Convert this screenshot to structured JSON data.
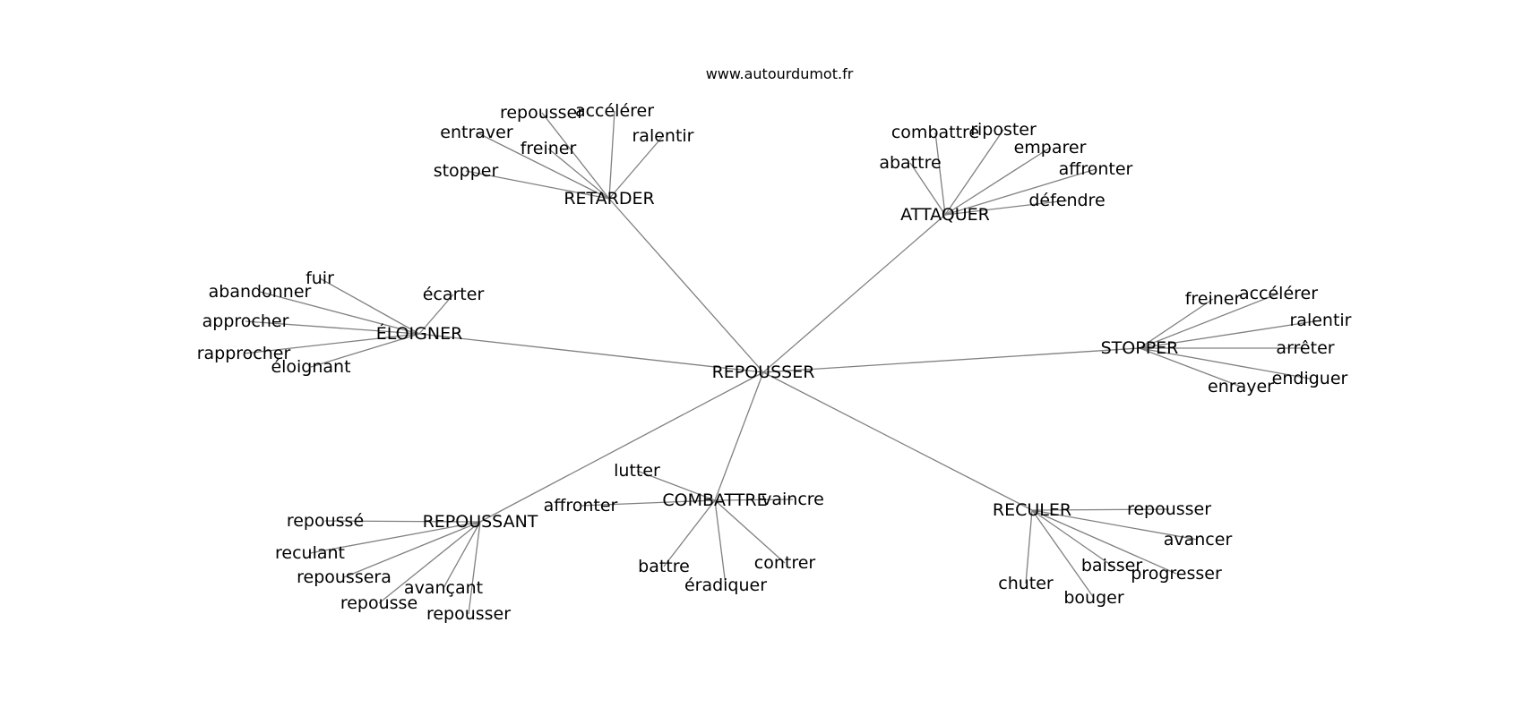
{
  "watermark": "www.autourdumot.fr",
  "center": "REPOUSSER",
  "groups": [
    {
      "hub": "RETARDER",
      "leaves": [
        "repousser",
        "accélérer",
        "entraver",
        "ralentir",
        "freiner",
        "stopper"
      ]
    },
    {
      "hub": "ATTAQUER",
      "leaves": [
        "combattre",
        "riposter",
        "emparer",
        "abattre",
        "affronter",
        "défendre"
      ]
    },
    {
      "hub": "ÉLOIGNER",
      "leaves": [
        "fuir",
        "abandonner",
        "écarter",
        "approcher",
        "rapprocher",
        "éloignant"
      ]
    },
    {
      "hub": "STOPPER",
      "leaves": [
        "freiner",
        "accélérer",
        "ralentir",
        "arrêter",
        "endiguer",
        "enrayer"
      ]
    },
    {
      "hub": "REPOUSSANT",
      "leaves": [
        "repoussé",
        "reculant",
        "repoussera",
        "avançant",
        "repousse",
        "repousser"
      ]
    },
    {
      "hub": "COMBATTRE",
      "leaves": [
        "lutter",
        "affronter",
        "vaincre",
        "battre",
        "contrer",
        "éradiquer"
      ]
    },
    {
      "hub": "RECULER",
      "leaves": [
        "repousser",
        "avancer",
        "baisser",
        "progresser",
        "chuter",
        "bouger"
      ]
    }
  ]
}
